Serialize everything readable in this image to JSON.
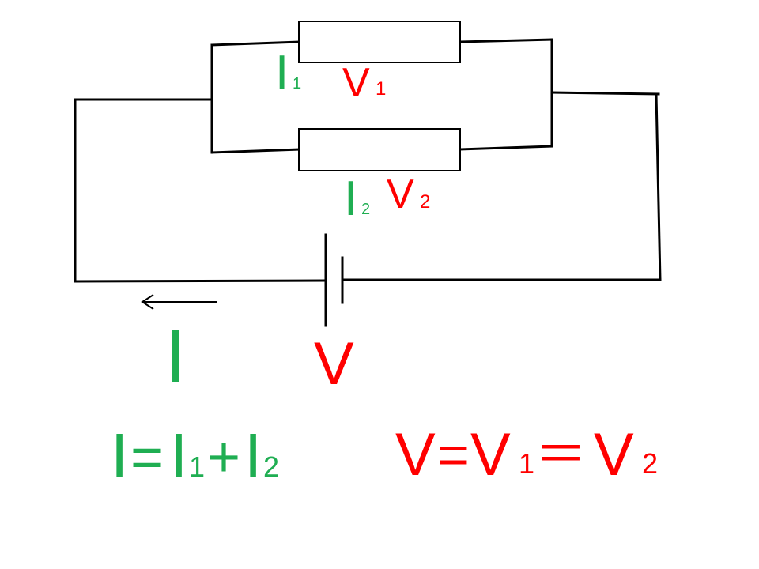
{
  "diagram": {
    "colors": {
      "wire": "#000000",
      "current": "#1fae52",
      "voltage": "#ff0000",
      "background": "#ffffff"
    },
    "labels": {
      "i1_main": "I",
      "i1_sub": "1",
      "v1_main": "V",
      "v1_sub": "1",
      "i2_main": "I",
      "i2_sub": "2",
      "v2_main": "V",
      "v2_sub": "2",
      "total_current": "I",
      "source_voltage": "V"
    },
    "equations": {
      "current": {
        "I": "I",
        "eq": "=",
        "I1": "I",
        "sub1": "1",
        "plus": "+",
        "I2": "I",
        "sub2": "2"
      },
      "voltage": {
        "V": "V",
        "eq": "=",
        "V1": "V",
        "sub1": "1",
        "eq2": "＝",
        "V2": "V",
        "sub2": "2"
      }
    },
    "icons": [
      "resistor-icon",
      "battery-icon",
      "arrow-left-icon"
    ]
  }
}
